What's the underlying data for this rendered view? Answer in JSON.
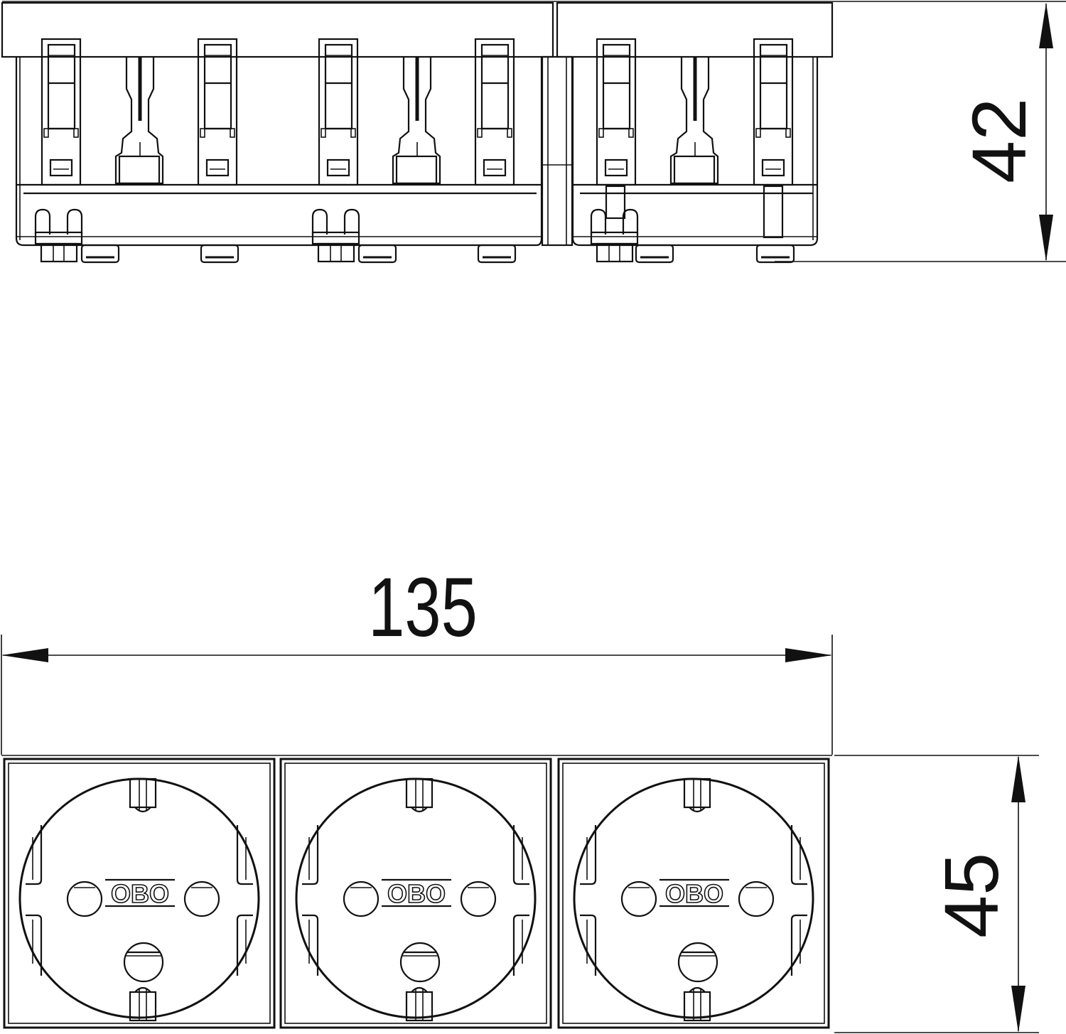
{
  "drawing": {
    "title": "Triple socket outlet module – dimensional drawing",
    "units": "mm",
    "stroke_color": "#111111",
    "background": "#ffffff"
  },
  "side_view": {
    "label": "side-view",
    "module_count": 2,
    "height_dimension": {
      "value": "42",
      "orientation": "vertical"
    }
  },
  "front_view": {
    "label": "front-view",
    "width_dimension": {
      "value": "135",
      "orientation": "horizontal"
    },
    "height_dimension": {
      "value": "45",
      "orientation": "vertical"
    },
    "sockets": [
      {
        "id": "socket-1",
        "logo": "OBO"
      },
      {
        "id": "socket-2",
        "logo": "OBO"
      },
      {
        "id": "socket-3",
        "logo": "OBO"
      }
    ]
  }
}
